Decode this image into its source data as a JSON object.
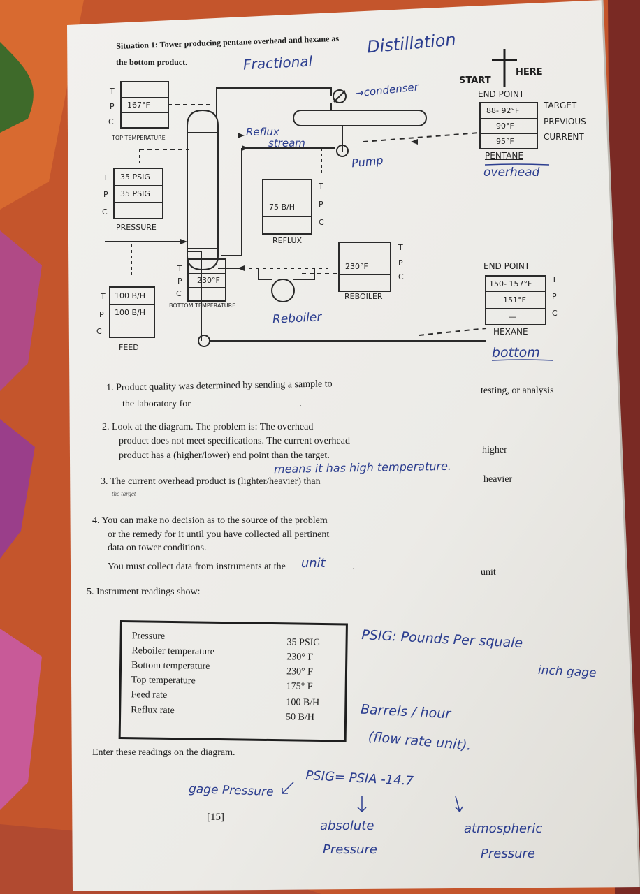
{
  "situation": {
    "line1": "Situation 1: Tower producing pentane overhead and hexane as",
    "line2": "the bottom product."
  },
  "handwriting": {
    "title_fractional": "Fractional",
    "title_distillation": "Distillation",
    "condenser": "→condenser",
    "reflux_stream": [
      "Reflux",
      "stream"
    ],
    "pump": "Pump",
    "overhead": "overhead",
    "reboiler": "Reboiler",
    "bottom": "bottom",
    "means_high_temp": "means it has high temperature.",
    "unit": "unit",
    "psig_def": [
      "PSIG: Pounds Per squale",
      "inch gage"
    ],
    "barrels": [
      "Barrels / hour",
      "(flow rate unit)."
    ],
    "gage_pressure": "gage Pressure",
    "psig_formula": "PSIG= PSIA -14.7",
    "absolute": [
      "absolute",
      "Pressure"
    ],
    "atmospheric": [
      "atmospheric",
      "Pressure"
    ]
  },
  "diagram": {
    "start_here": [
      "START",
      "HERE"
    ],
    "top_temp": {
      "label": "TOP TEMPERATURE",
      "tpc": [
        "T",
        "P",
        "C"
      ],
      "cells": [
        "",
        "167°F",
        ""
      ]
    },
    "pressure": {
      "label": "PRESSURE",
      "tpc": [
        "T",
        "P",
        "C"
      ],
      "cells": [
        "35 PSIG",
        "35 PSIG",
        ""
      ]
    },
    "reflux": {
      "label": "REFLUX",
      "tpc": [
        "T",
        "P",
        "C"
      ],
      "cells": [
        "",
        "75 B/H",
        ""
      ]
    },
    "reboiler": {
      "label": "REBOILER",
      "tpc": [
        "T",
        "P",
        "C"
      ],
      "cells": [
        "",
        "230°F",
        ""
      ]
    },
    "bottom_temp": {
      "label": "BOTTOM TEMPERATURE",
      "tpc": [
        "T",
        "P",
        "C"
      ],
      "cells": [
        "",
        "230°F",
        ""
      ]
    },
    "feed": {
      "label": "FEED",
      "tpc": [
        "T",
        "P",
        "C"
      ],
      "cells": [
        "100 B/H",
        "100 B/H",
        ""
      ]
    },
    "pentane": {
      "end_point": "END POINT",
      "cells": [
        "88- 92°F",
        "90°F",
        "95°F"
      ],
      "labels": [
        "TARGET",
        "PREVIOUS",
        "CURRENT"
      ],
      "name": "PENTANE"
    },
    "hexane": {
      "end_point": "END POINT",
      "cells": [
        "150- 157°F",
        "151°F",
        "—"
      ],
      "tpc": [
        "T",
        "P",
        "C"
      ],
      "name": "HEXANE"
    }
  },
  "questions": {
    "q1": [
      "1.  Product quality was determined by sending a sample to",
      "the laboratory for"
    ],
    "q1_answer": "testing, or analysis",
    "q2": [
      "2.  Look at the diagram.  The problem is:  The overhead",
      "product does not meet specifications.  The current overhead",
      "product has a (higher/lower) end point than the target."
    ],
    "q2_answer": "higher",
    "q3": [
      "3.  The current overhead product is (lighter/heavier) than",
      "the target"
    ],
    "q3_answer": "heavier",
    "q4": [
      "4.  You can make no decision as to the source of the problem",
      "or the remedy for it until you have collected all pertinent",
      "data on tower conditions."
    ],
    "q4_collect": "You must collect data from instruments at the",
    "q4_answer": "unit",
    "q5": "5.  Instrument readings show:"
  },
  "readings": {
    "rows": [
      {
        "label": "Pressure",
        "value": "35 PSIG"
      },
      {
        "label": "Reboiler temperature",
        "value": "230° F"
      },
      {
        "label": "Bottom temperature",
        "value": "230° F"
      },
      {
        "label": "Top temperature",
        "value": "175° F"
      },
      {
        "label": "Feed rate",
        "value": "100 B/H"
      },
      {
        "label": "Reflux rate",
        "value": "50 B/H"
      }
    ],
    "enter": "Enter these readings on the diagram."
  },
  "page_number": "[15]",
  "colors": {
    "ink": "#1e1e1e",
    "pen": "#2c3e8f",
    "paper": "#efeeeb",
    "background": "#c0522a"
  }
}
